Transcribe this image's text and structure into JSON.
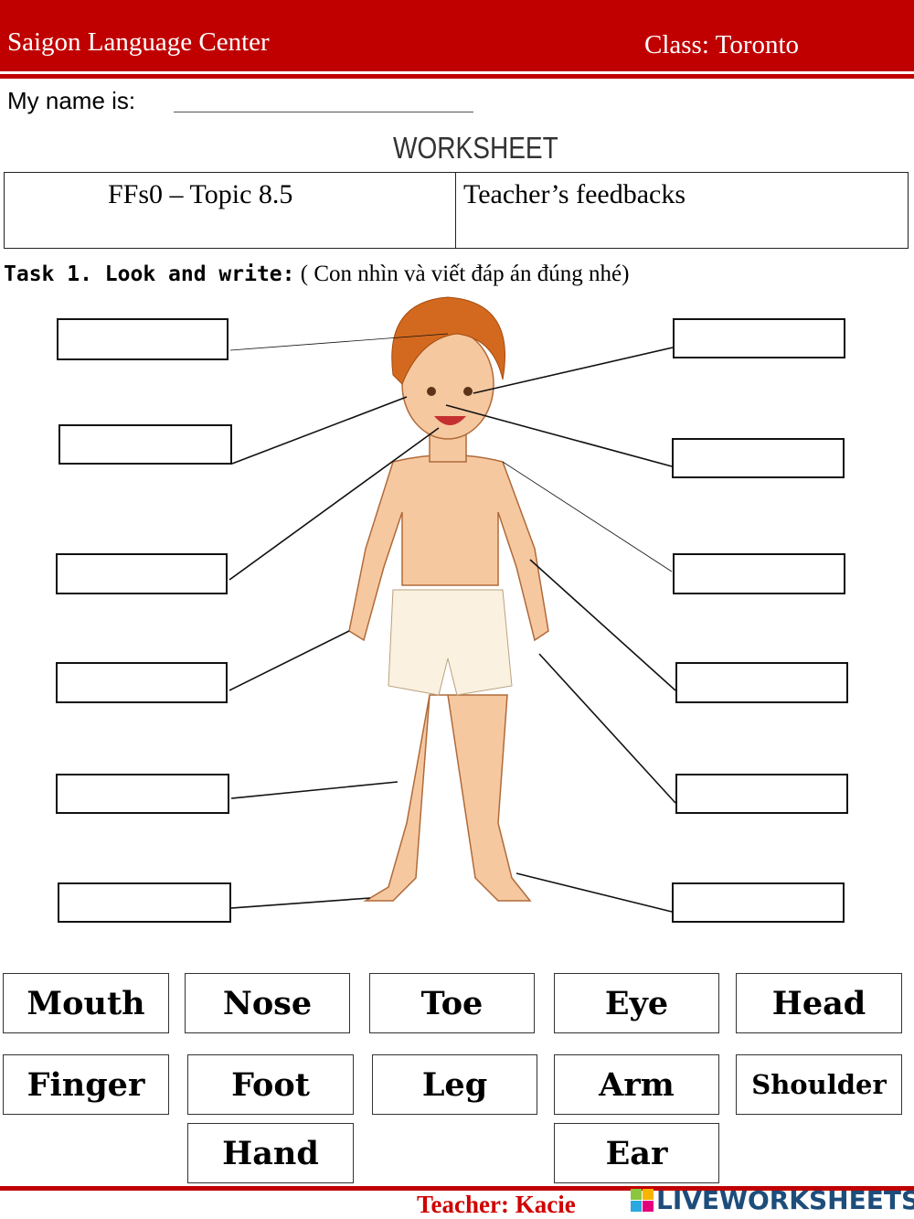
{
  "header": {
    "school": "Saigon Language Center",
    "class": "Class: Toronto"
  },
  "name_label": "My name is:",
  "title": "WORKSHEET",
  "info": {
    "topic": "FFs0 – Topic 8.5",
    "feedback": "Teacher’s feedbacks"
  },
  "task": {
    "bold": "Task 1. Look and write:",
    "note": " ( Con nhìn và viết đáp án đúng nhé)"
  },
  "words": [
    "Mouth",
    "Nose",
    "Toe",
    "Eye",
    "Head",
    "Finger",
    "Foot",
    "Leg",
    "Arm",
    "Shoulder",
    "Hand",
    "Ear"
  ],
  "footer": {
    "teacher": "Teacher: Kacie",
    "logo": "LIVEWORKSHEETS"
  },
  "colors": {
    "brand": "#c00000",
    "logo": "#1d4d7a"
  }
}
